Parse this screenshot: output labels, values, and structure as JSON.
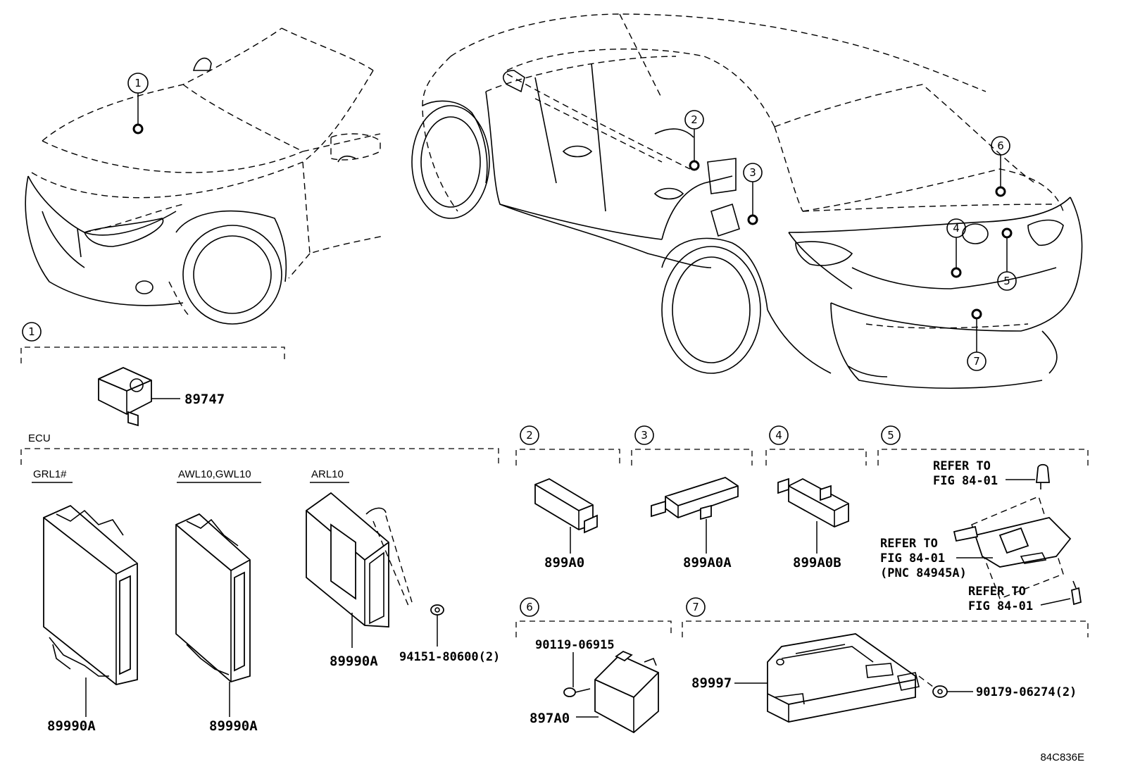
{
  "diagram_code": "84C836E",
  "callouts": {
    "c1": "1",
    "c2": "2",
    "c3": "3",
    "c4": "4",
    "c5": "5",
    "c6": "6",
    "c7": "7",
    "s1": "1",
    "s2": "2",
    "s3": "3",
    "s4": "4",
    "s5": "5",
    "s6": "6",
    "s7": "7"
  },
  "section_labels": {
    "ecu": "ECU",
    "grl": "GRL1#",
    "awl": "AWL10,GWL10",
    "arl": "ARL10"
  },
  "parts": {
    "p89747": "89747",
    "p89990A_1": "89990A",
    "p89990A_2": "89990A",
    "p89990A_3": "89990A",
    "p94151": "94151-80600(2)",
    "p899A0": "899A0",
    "p899A0A": "899A0A",
    "p899A0B": "899A0B",
    "p90119": "90119-06915",
    "p897A0": "897A0",
    "p89997": "89997",
    "p90179": "90179-06274(2)"
  },
  "refs": {
    "r1a": "REFER TO",
    "r1b": "FIG 84-01",
    "r2a": "REFER TO",
    "r2b": "FIG 84-01",
    "r2c": "(PNC 84945A)",
    "r3a": "REFER TO",
    "r3b": "FIG 84-01"
  }
}
